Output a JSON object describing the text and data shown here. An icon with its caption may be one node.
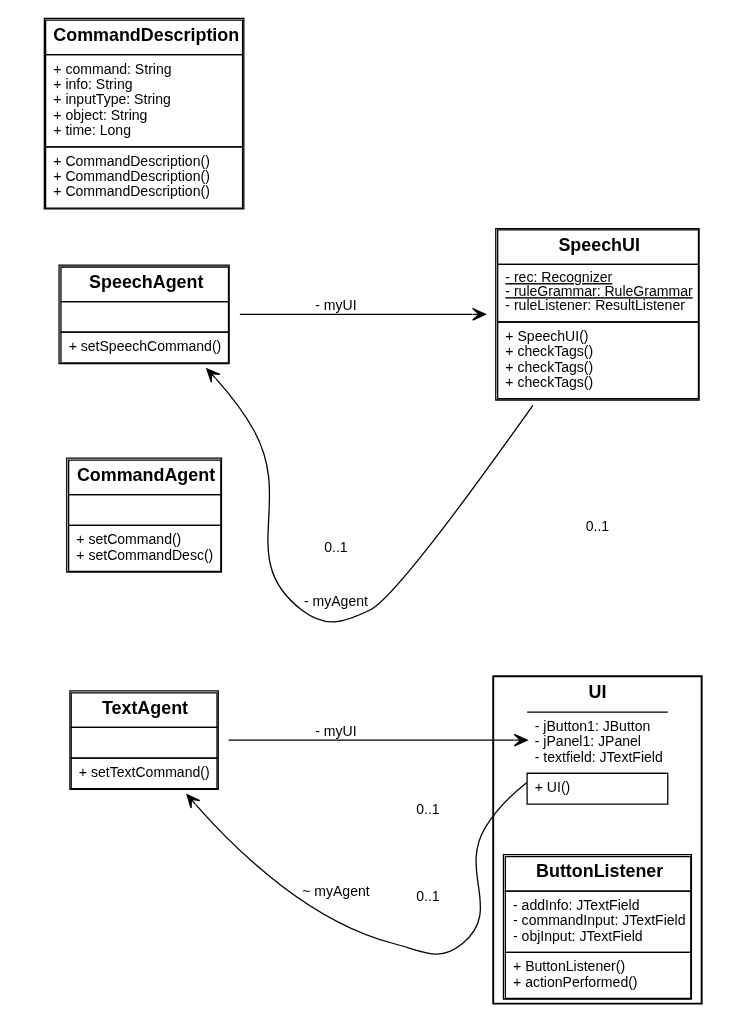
{
  "diagram": {
    "nodes": [
      {
        "text": [
          "TextAgent",
          "+ setTextCommand()"
        ]
      },
      {
        "text": [
          "UI",
          "- jButton1: JButton",
          "- jPanel1: JPanel",
          "- textfield: JTextField",
          "+ UI()"
        ]
      },
      {
        "text": [
          "ButtonListener",
          "- addInfo: JTextField",
          "- commandInput: JTextField",
          "- objInput: JTextField",
          "+ ButtonListener()",
          "+ actionPerformed()"
        ],
        "in": 1
      },
      {
        "text": [
          "CommandAgent",
          "+ setCommand()",
          "+ setCommandDesc()"
        ]
      },
      {
        "text": [
          "SpeechAgent",
          "+ setSpeechCommand()"
        ]
      },
      {
        "text": [
          "SpeechUI",
          "- rec: Recognizer",
          "- ruleGrammar: RuleGrammar",
          "- ruleListener: ResultListener",
          "+ SpeechUI()",
          "+ checkTags()",
          "+ checkTags()",
          "+ checkTags()"
        ]
      },
      {
        "text": [
          "CommandDescription",
          "+ command: String",
          "+ info: String",
          "+ inputType: String",
          "+ object: String",
          "+ time: Long",
          "+ CommandDescription()",
          "+ CommandDescription()",
          "+ CommandDescription()"
        ]
      }
    ],
    "edges": [
      {
        "from": 1,
        "to": 0,
        "arrow": "to",
        "label": "~ myAgent"
      },
      {
        "from": 0,
        "to": 1,
        "arrow": "to",
        "label": "- myUI"
      },
      {
        "from": 5,
        "to": 4,
        "arrow": "to",
        "label": "- myAgent"
      },
      {
        "from": 4,
        "to": 5,
        "arrow": "to",
        "label": "- myUI"
      }
    ],
    "labels": [
      "0..1",
      "0..1",
      "0..1",
      "0..1"
    ]
  }
}
